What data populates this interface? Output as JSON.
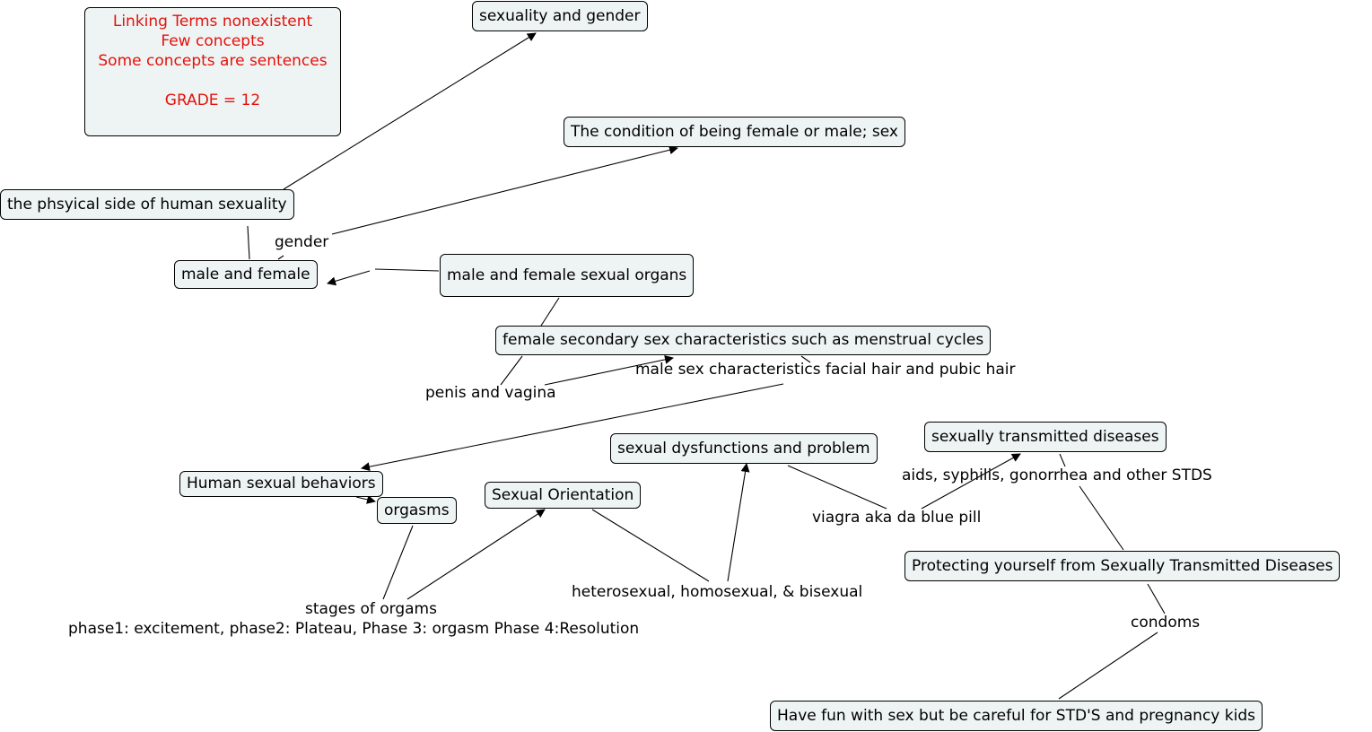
{
  "note": {
    "lines": [
      "Linking Terms nonexistent",
      "Few concepts",
      "Some concepts are sentences",
      "",
      "GRADE = 12"
    ],
    "color": "#e3120b"
  },
  "concepts": {
    "sexuality_and_gender": "sexuality and gender",
    "condition_being_female_male": "The condition of being female or male; sex",
    "physical_side": "the phsyical side of human sexuality",
    "male_and_female": "male and female",
    "sexual_organs": "male and female sexual organs",
    "female_secondary": "female secondary sex characteristics such as menstrual cycles",
    "sexual_dysfunctions": "sexual dysfunctions and problem",
    "stds": "sexually transmitted diseases",
    "human_sexual_behaviors": "Human sexual behaviors",
    "orgasms": "orgasms",
    "sexual_orientation": "Sexual Orientation",
    "protecting_yourself": "Protecting yourself from Sexually Transmitted Diseases",
    "have_fun": "Have fun with sex but be careful for STD'S and pregnancy kids"
  },
  "linking_phrases": {
    "gender": "gender",
    "penis_and_vagina": "penis and vagina",
    "male_sex_characteristics": "male sex characteristics facial hair and pubic hair",
    "aids_syphilis": "aids, syphilis, gonorrhea and other STDS",
    "viagra": "viagra aka da blue pill",
    "stages_of_orgams": "stages of orgams",
    "phases": "phase1: excitement, phase2: Plateau, Phase 3: orgasm Phase 4:Resolution",
    "heterosexual": "heterosexual, homosexual, & bisexual",
    "condoms": "condoms"
  },
  "colors": {
    "node_background": "#eef4f4",
    "note_text": "#e3120b",
    "line": "#000000"
  }
}
